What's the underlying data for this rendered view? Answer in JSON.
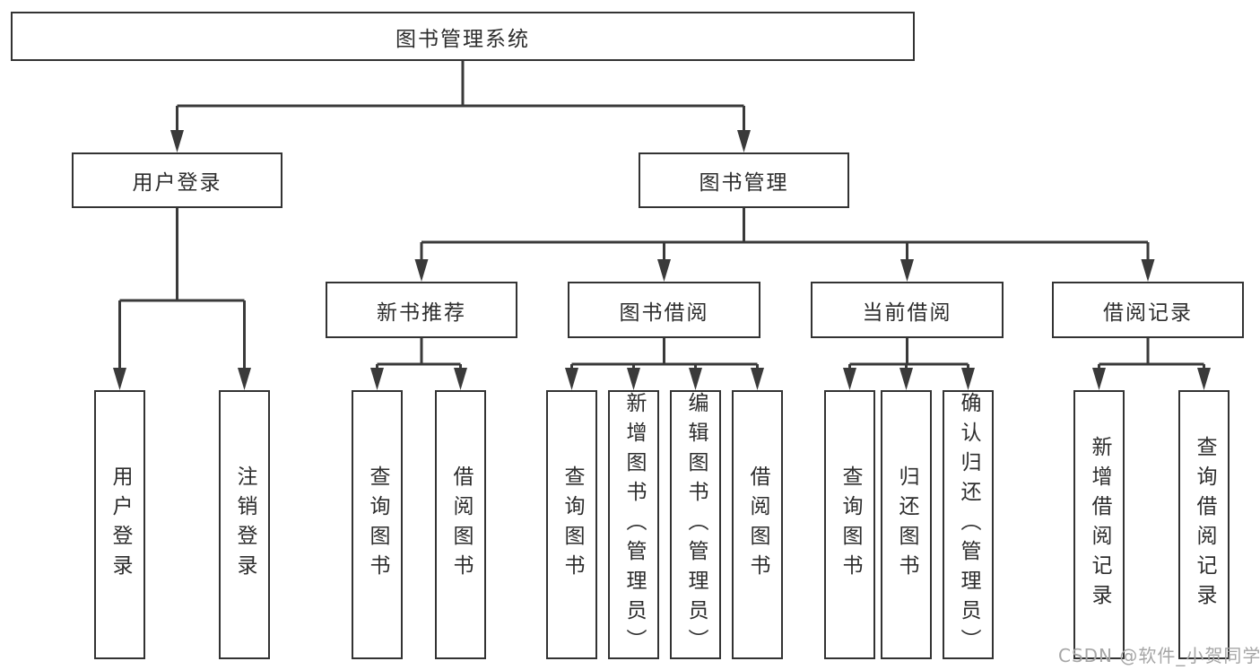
{
  "diagram": {
    "title": "图书管理系统",
    "children": [
      {
        "label": "用户登录",
        "children": [
          {
            "label": "用户登录"
          },
          {
            "label": "注销登录"
          }
        ]
      },
      {
        "label": "图书管理",
        "children": [
          {
            "label": "新书推荐",
            "children": [
              {
                "label": "查询图书"
              },
              {
                "label": "借阅图书"
              }
            ]
          },
          {
            "label": "图书借阅",
            "children": [
              {
                "label": "查询图书"
              },
              {
                "label": "新增图书（管理员）"
              },
              {
                "label": "编辑图书（管理员）"
              },
              {
                "label": "借阅图书"
              }
            ]
          },
          {
            "label": "当前借阅",
            "children": [
              {
                "label": "查询图书"
              },
              {
                "label": "归还图书"
              },
              {
                "label": "确认归还（管理员）"
              }
            ]
          },
          {
            "label": "借阅记录",
            "children": [
              {
                "label": "新增借阅记录"
              },
              {
                "label": "查询借阅记录"
              }
            ]
          }
        ]
      }
    ]
  },
  "watermark": "CSDN @软件_小贺同学",
  "colors": {
    "box_border": "#333333",
    "connector_line": "#3a3a3a",
    "text": "#2d2d2d",
    "watermark": "#a6a6a6",
    "background": "#ffffff"
  }
}
